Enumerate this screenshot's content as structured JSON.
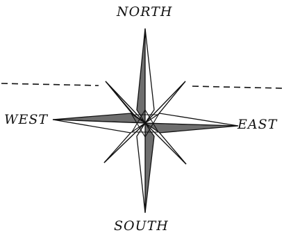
{
  "diagram": {
    "labels": {
      "north": "NORTH",
      "south": "SOUTH",
      "east": "EAST",
      "west": "WEST"
    },
    "colors": {
      "ink": "#111111",
      "shade": "#6e6e6e",
      "paper": "#ffffff"
    }
  }
}
